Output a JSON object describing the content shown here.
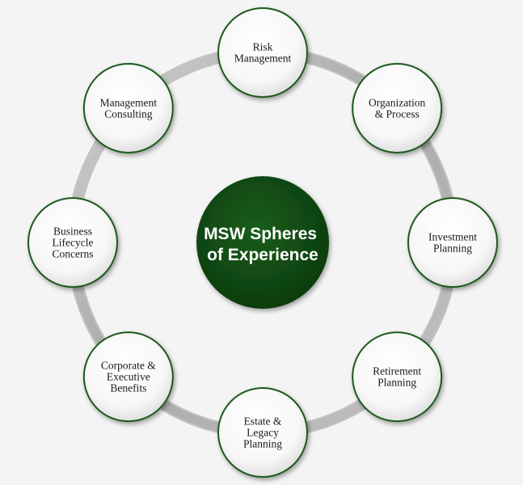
{
  "center": {
    "lines": [
      "MSW Spheres",
      "of Experience"
    ]
  },
  "nodes": [
    {
      "id": "risk-management",
      "lines": [
        "Risk",
        "Management"
      ]
    },
    {
      "id": "organization-process",
      "lines": [
        "Organization",
        "& Process"
      ]
    },
    {
      "id": "investment-planning",
      "lines": [
        "Investment",
        "Planning"
      ]
    },
    {
      "id": "retirement-planning",
      "lines": [
        "Retirement",
        "Planning"
      ]
    },
    {
      "id": "estate-legacy-planning",
      "lines": [
        "Estate &",
        "Legacy",
        "Planning"
      ]
    },
    {
      "id": "corporate-executive-benefits",
      "lines": [
        "Corporate &",
        "Executive",
        "Benefits"
      ]
    },
    {
      "id": "business-lifecycle-concerns",
      "lines": [
        "Business",
        "Lifecycle",
        "Concerns"
      ]
    },
    {
      "id": "management-consulting",
      "lines": [
        "Management",
        "Consulting"
      ]
    }
  ],
  "colors": {
    "center_fill": "#0f4a12",
    "node_stroke": "#1f5a1f",
    "node_fill": "#ffffff",
    "ring": "#b8b8b8",
    "background": "#f4f4f4"
  }
}
